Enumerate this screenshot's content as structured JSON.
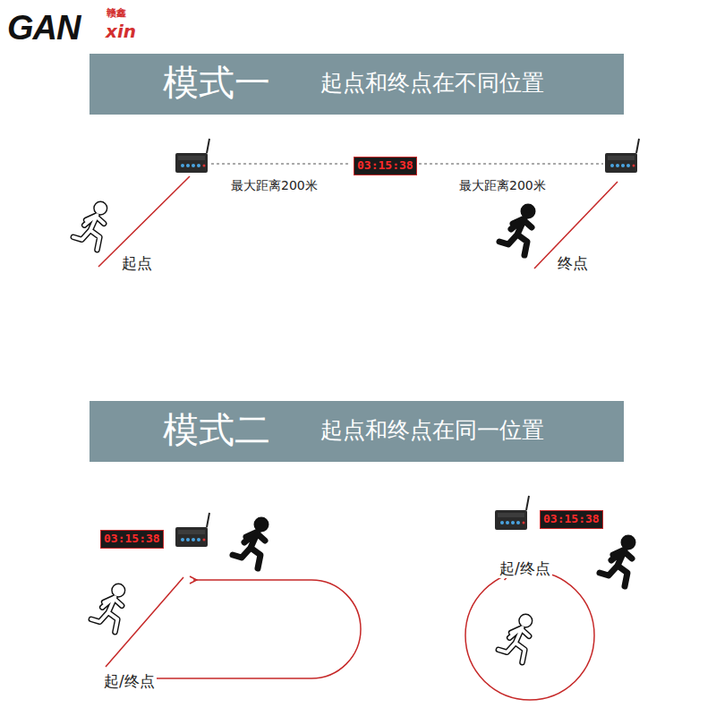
{
  "diagram": {
    "nodes": [
      {
        "text": [
          "模式一",
          "起点和终点在不同位置"
        ]
      },
      {
        "text": [
          "03:15:38"
        ]
      },
      {
        "text": [
          "模式二",
          "起点和终点在同一位置"
        ]
      },
      {
        "text": [
          "03:15:38"
        ]
      },
      {
        "text": [
          "03:15:38"
        ]
      }
    ],
    "labels": [
      "GAN",
      "赣鑫",
      "xin",
      "最大距离200米",
      "最大距离200米",
      "起点",
      "终点",
      "起/终点",
      "起/终点"
    ]
  }
}
